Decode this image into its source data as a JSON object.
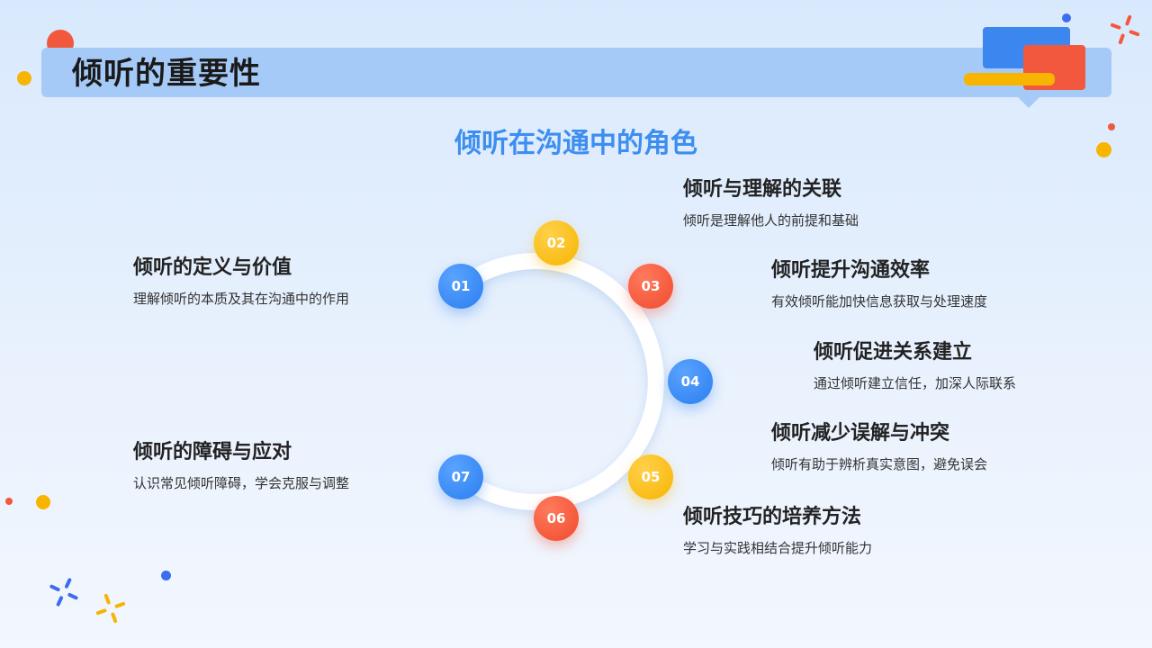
{
  "page": {
    "title": "倾听的重要性",
    "subtitle": "倾听在沟通中的角色"
  },
  "colors": {
    "blue": "#2a7ef0",
    "yellow": "#f7b500",
    "red": "#f04a2e",
    "title_bar": "#a6caf7",
    "subtitle": "#3d8ef0"
  },
  "nodes": [
    {
      "label": "01",
      "color": "blue"
    },
    {
      "label": "02",
      "color": "yellow"
    },
    {
      "label": "03",
      "color": "red"
    },
    {
      "label": "04",
      "color": "blue"
    },
    {
      "label": "05",
      "color": "yellow"
    },
    {
      "label": "06",
      "color": "red"
    },
    {
      "label": "07",
      "color": "blue"
    }
  ],
  "items": [
    {
      "heading": "倾听的定义与价值",
      "desc": "理解倾听的本质及其在沟通中的作用"
    },
    {
      "heading": "倾听与理解的关联",
      "desc": "倾听是理解他人的前提和基础"
    },
    {
      "heading": "倾听提升沟通效率",
      "desc": "有效倾听能加快信息获取与处理速度"
    },
    {
      "heading": "倾听促进关系建立",
      "desc": "通过倾听建立信任，加深人际联系"
    },
    {
      "heading": "倾听减少误解与冲突",
      "desc": "倾听有助于辨析真实意图，避免误会"
    },
    {
      "heading": "倾听技巧的培养方法",
      "desc": "学习与实践相结合提升倾听能力"
    },
    {
      "heading": "倾听的障碍与应对",
      "desc": "认识常见倾听障碍，学会克服与调整"
    }
  ]
}
